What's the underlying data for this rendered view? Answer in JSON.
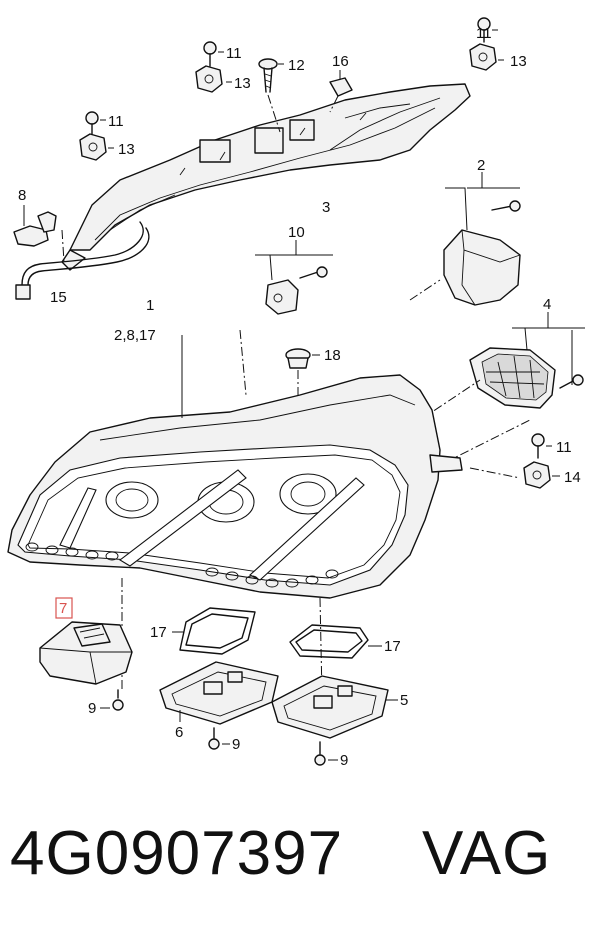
{
  "callouts": {
    "c1": "1",
    "c1_sub": "2,8,17",
    "c2": "2",
    "c3": "3",
    "c4": "4",
    "c5": "5",
    "c6": "6",
    "c7": "7",
    "c8": "8",
    "c9a": "9",
    "c9b": "9",
    "c9c": "9",
    "c10": "10",
    "c11a": "11",
    "c11b": "11",
    "c11c": "11",
    "c11d": "11",
    "c12": "12",
    "c13a": "13",
    "c13b": "13",
    "c13c": "13",
    "c14": "14",
    "c15": "15",
    "c16": "16",
    "c17a": "17",
    "c17b": "17",
    "c18": "18"
  },
  "footer": {
    "part_number": "4G0907397",
    "brand": "VAG"
  },
  "colors": {
    "highlight": "#d9534f",
    "line": "#111111"
  }
}
